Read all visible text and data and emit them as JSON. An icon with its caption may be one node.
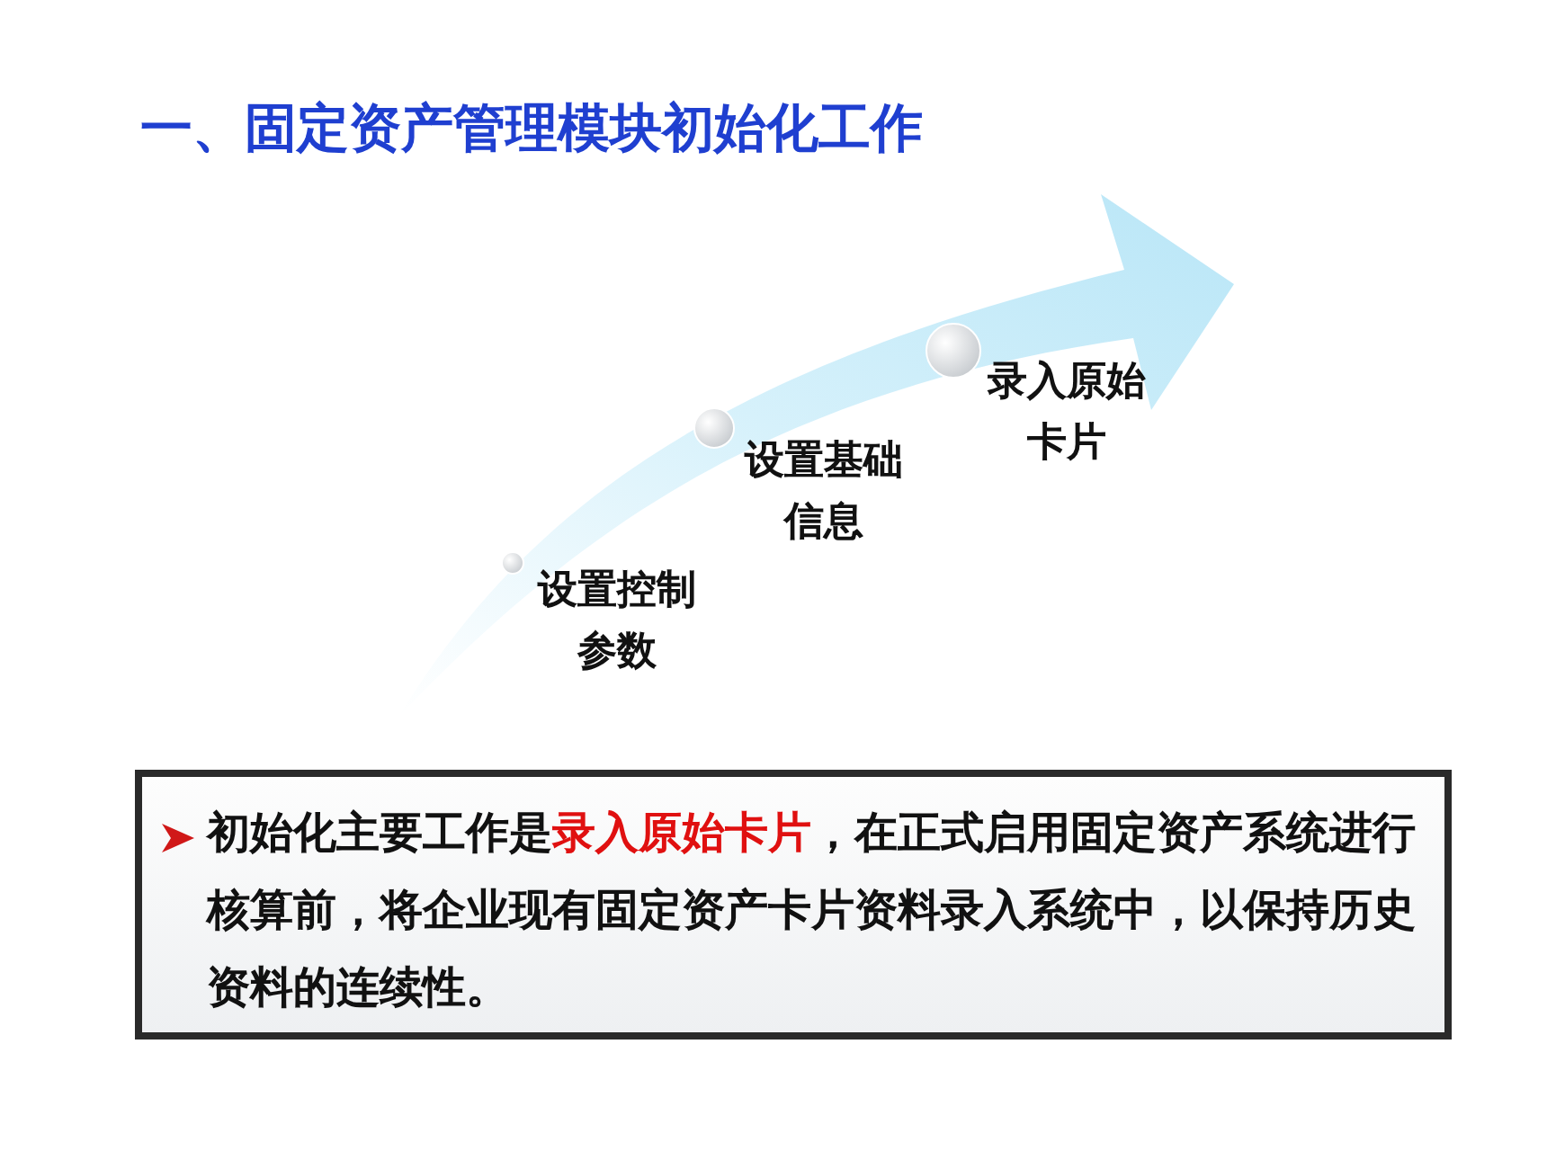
{
  "diagram": {
    "title": "一、固定资产管理模块初始化工作",
    "nodes": [
      {
        "text": [
          "设置控制参数"
        ]
      },
      {
        "text": [
          "设置基础信息"
        ]
      },
      {
        "text": [
          "录入原始卡片"
        ]
      },
      {
        "text": [
          "初始化主要工作是**录入原始卡片**，在正式启用固定资产系统进行核算前，将企业现有固定资产卡片资料录入系统中，以保持历史资料的连续性。"
        ]
      }
    ],
    "edges": []
  }
}
